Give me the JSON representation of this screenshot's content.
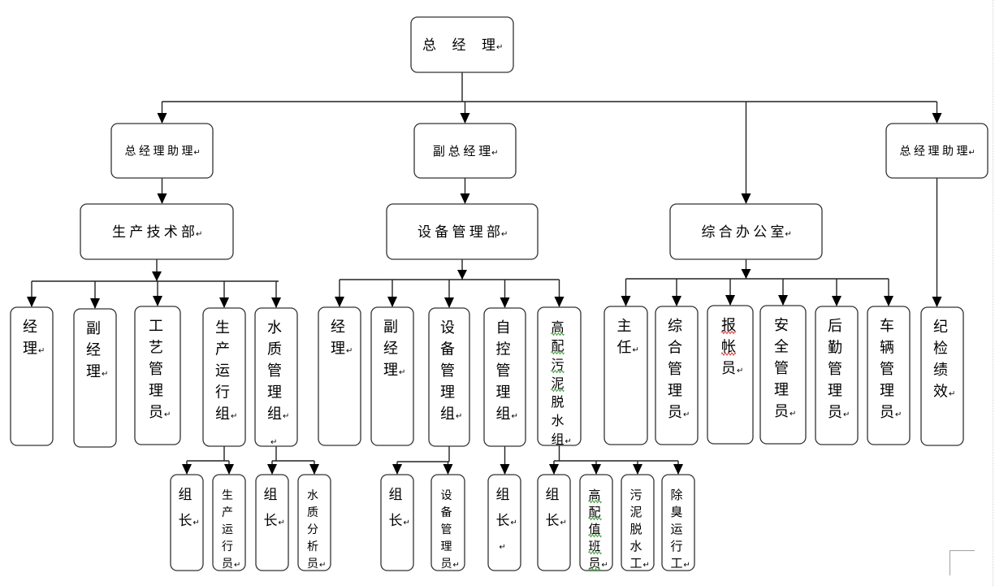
{
  "diagram": {
    "type": "organization-chart",
    "paragraph_mark": "↵",
    "root": {
      "id": "gm",
      "label": "总 经 理"
    },
    "level2": [
      {
        "id": "asst1",
        "label": "总经理助理"
      },
      {
        "id": "vgm",
        "label": "副总经理"
      },
      {
        "id": "asst2",
        "label": "总经理助理"
      }
    ],
    "departments": [
      {
        "id": "prod",
        "label": "生产技术部"
      },
      {
        "id": "equip",
        "label": "设备管理部"
      },
      {
        "id": "office",
        "label": "综合办公室"
      }
    ],
    "positions": [
      {
        "id": "prod-mgr",
        "label": "经理"
      },
      {
        "id": "prod-vmgr",
        "label": "副经理"
      },
      {
        "id": "prod-process",
        "label": "工艺管理员"
      },
      {
        "id": "prod-ops",
        "label": "生产运行组"
      },
      {
        "id": "prod-water",
        "label": "水质管理组"
      },
      {
        "id": "equip-mgr",
        "label": "经理"
      },
      {
        "id": "equip-vmgr",
        "label": "副经理"
      },
      {
        "id": "equip-group",
        "label": "设备管理组"
      },
      {
        "id": "equip-auto",
        "label": "自控管理组"
      },
      {
        "id": "equip-hv",
        "label": "高配污泥脱水组"
      },
      {
        "id": "office-dir",
        "label": "主任"
      },
      {
        "id": "office-admin",
        "label": "综合管理员"
      },
      {
        "id": "office-acct",
        "label": "报帐员"
      },
      {
        "id": "office-safety",
        "label": "安全管理员"
      },
      {
        "id": "office-logi",
        "label": "后勤管理员"
      },
      {
        "id": "office-vehicle",
        "label": "车辆管理员"
      },
      {
        "id": "discipline",
        "label": "纪检绩效"
      }
    ],
    "subunits": [
      {
        "id": "ops-lead",
        "label": "组长"
      },
      {
        "id": "ops-staff",
        "label": "生产运行员"
      },
      {
        "id": "water-lead",
        "label": "组长"
      },
      {
        "id": "water-analyst",
        "label": "水质分析员"
      },
      {
        "id": "equip-lead",
        "label": "组长"
      },
      {
        "id": "equip-staff",
        "label": "设备管理员"
      },
      {
        "id": "auto-lead",
        "label": "组长"
      },
      {
        "id": "hv-lead",
        "label": "组长"
      },
      {
        "id": "hv-duty",
        "label": "高配值班员"
      },
      {
        "id": "sludge-worker",
        "label": "污泥脱水工"
      },
      {
        "id": "deodor-worker",
        "label": "除臭运行工"
      }
    ],
    "edges": [
      [
        "gm",
        "asst1"
      ],
      [
        "gm",
        "vgm"
      ],
      [
        "gm",
        "office"
      ],
      [
        "gm",
        "asst2"
      ],
      [
        "asst1",
        "prod"
      ],
      [
        "vgm",
        "equip"
      ],
      [
        "asst2",
        "discipline"
      ],
      [
        "prod",
        "prod-mgr"
      ],
      [
        "prod",
        "prod-vmgr"
      ],
      [
        "prod",
        "prod-process"
      ],
      [
        "prod",
        "prod-ops"
      ],
      [
        "prod",
        "prod-water"
      ],
      [
        "equip",
        "equip-mgr"
      ],
      [
        "equip",
        "equip-vmgr"
      ],
      [
        "equip",
        "equip-group"
      ],
      [
        "equip",
        "equip-auto"
      ],
      [
        "equip",
        "equip-hv"
      ],
      [
        "office",
        "office-dir"
      ],
      [
        "office",
        "office-admin"
      ],
      [
        "office",
        "office-acct"
      ],
      [
        "office",
        "office-safety"
      ],
      [
        "office",
        "office-logi"
      ],
      [
        "office",
        "office-vehicle"
      ],
      [
        "prod-ops",
        "ops-lead"
      ],
      [
        "prod-ops",
        "ops-staff"
      ],
      [
        "prod-water",
        "water-lead"
      ],
      [
        "prod-water",
        "water-analyst"
      ],
      [
        "equip-group",
        "equip-lead"
      ],
      [
        "equip-group",
        "equip-staff"
      ],
      [
        "equip-auto",
        "auto-lead"
      ],
      [
        "equip-hv",
        "hv-lead"
      ],
      [
        "equip-hv",
        "hv-duty"
      ],
      [
        "equip-hv",
        "sludge-worker"
      ],
      [
        "equip-hv",
        "deodor-worker"
      ]
    ],
    "spellcheck_marks": {
      "red": [
        "office-acct"
      ],
      "green": [
        "equip-hv",
        "hv-duty"
      ]
    }
  }
}
